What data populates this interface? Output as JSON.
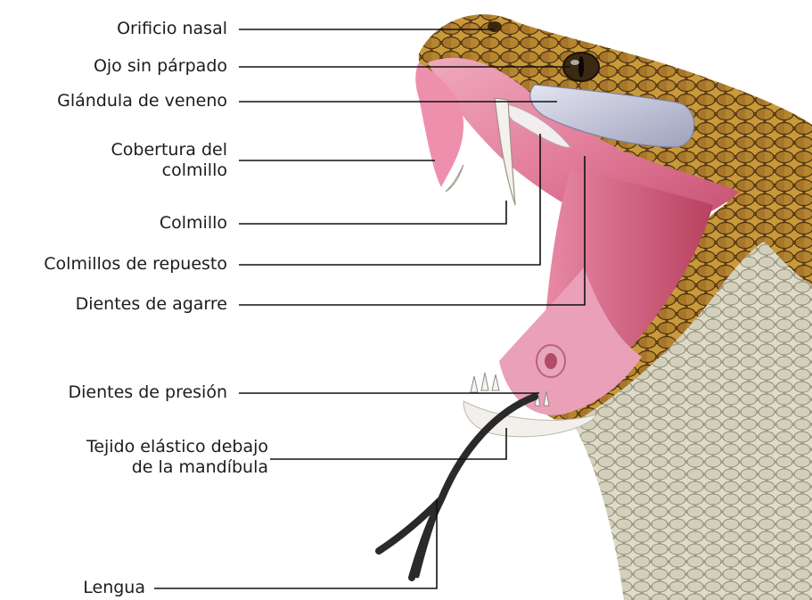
{
  "labels": {
    "orificio_nasal": "Orificio nasal",
    "ojo": "Ojo sin párpado",
    "glandula": "Glándula de veneno",
    "cobertura_1": "Cobertura del",
    "cobertura_2": "colmillo",
    "colmillo": "Colmillo",
    "repuesto": "Colmillos de repuesto",
    "agarre": "Dientes de agarre",
    "presion": "Dientes de presión",
    "tejido_1": "Tejido elástico debajo",
    "tejido_2": "de la mandíbula",
    "lengua": "Lengua"
  },
  "colors": {
    "scales_light": "#c99a3a",
    "scales_dark": "#6e4a1f",
    "scales_belly": "#d9d6c6",
    "mouth_pink": "#e58aa6",
    "mouth_deep": "#c8506f",
    "gland": "#c7c9dc",
    "tongue": "#2a2a2a",
    "leader": "#111111"
  }
}
